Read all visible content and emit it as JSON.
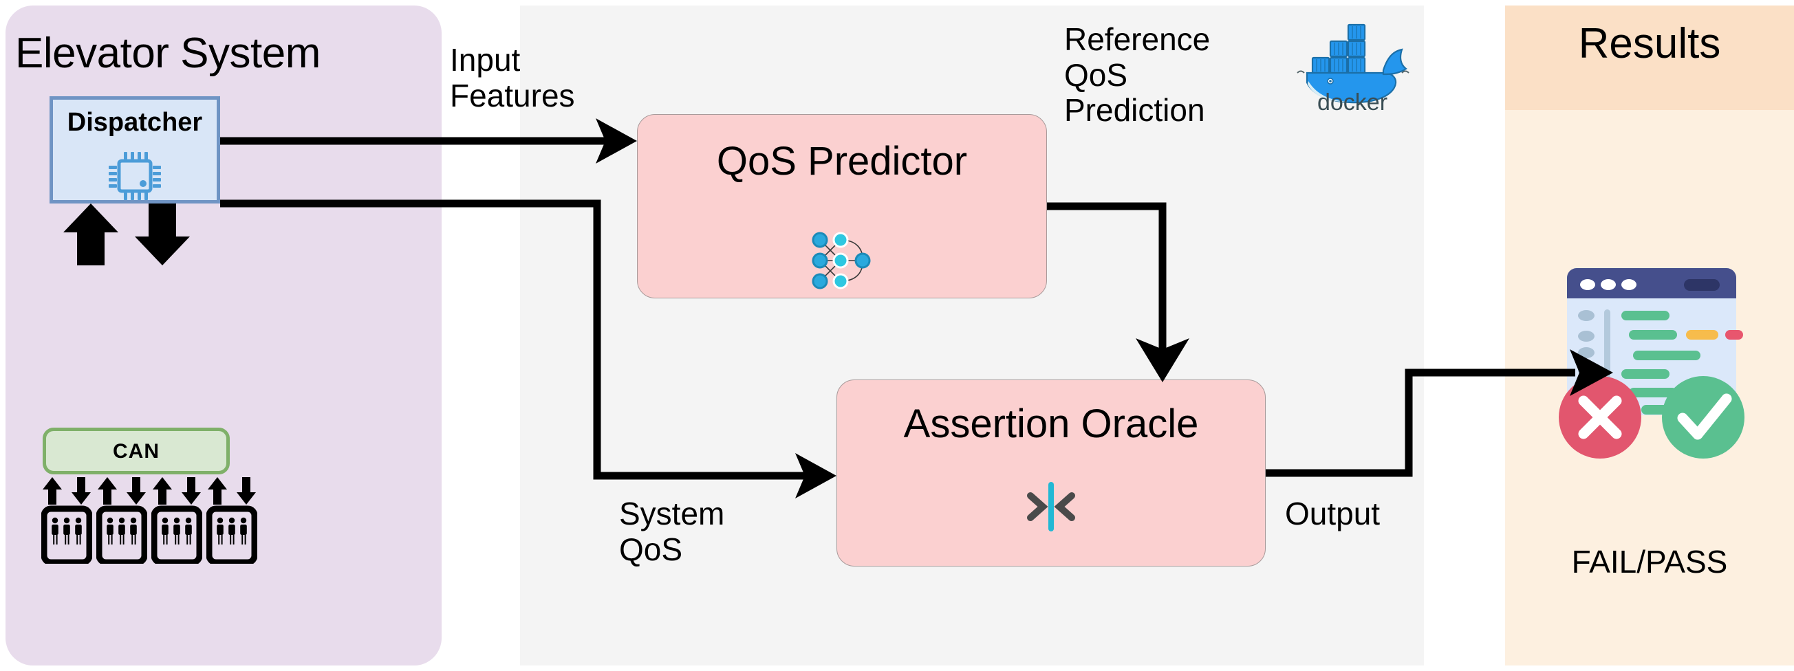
{
  "panels": {
    "elevator": {
      "title": "Elevator System",
      "bg_color": "#e8dcec"
    },
    "middle": {
      "bg_color": "#f4f4f4"
    },
    "results": {
      "title": "Results",
      "bg_color": "#fdf0e0",
      "header_color": "#fbe0c6",
      "verdict_label": "FAIL/PASS"
    }
  },
  "nodes": {
    "dispatcher": {
      "label": "Dispatcher",
      "icon": "cpu-chip-icon",
      "fill": "#d9e6f7",
      "stroke": "#6f94c4"
    },
    "can": {
      "label": "CAN",
      "fill": "#d9e8d2",
      "stroke": "#7fb069"
    },
    "qos_predictor": {
      "label": "QoS Predictor",
      "icon": "neural-network-icon",
      "fill": "#fbd0d0",
      "stroke": "#a89a9a"
    },
    "assertion_oracle": {
      "label": "Assertion Oracle",
      "icon": "assertion-compare-icon",
      "fill": "#fbd0d0",
      "stroke": "#a89a9a"
    }
  },
  "edges": {
    "input_features": "Input\nFeatures",
    "reference_qos_prediction": "Reference\nQoS\nPrediction",
    "system_qos": "System\nQoS",
    "output": "Output"
  },
  "icons": {
    "docker": {
      "name": "docker-logo",
      "wordmark": "docker",
      "whale_color": "#2496ed",
      "text_color": "#394d54"
    },
    "report": {
      "name": "test-report-icon",
      "titlebar_color": "#454f8c",
      "body_color": "#dbe8fa",
      "pass_color": "#5ac090",
      "fail_color": "#e2566e",
      "line_green": "#5ac090",
      "line_yellow": "#f7bc4c",
      "line_red": "#e8566e"
    },
    "elevator_units": 4,
    "elevator_occupants_per_car": 3
  }
}
